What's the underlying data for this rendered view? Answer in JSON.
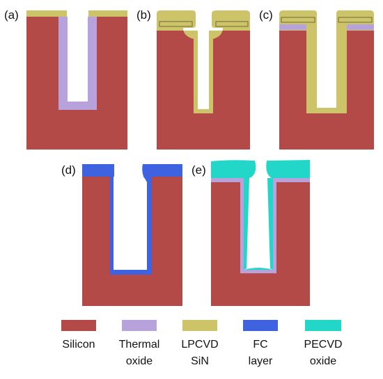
{
  "colors": {
    "silicon": "#b34a48",
    "thermal_oxide": "#b8a2dc",
    "lpcvd_sin": "#cdc46a",
    "fc_layer": "#3f63e0",
    "pecvd_oxide": "#22d6c8",
    "outline": "#6f6a38"
  },
  "panels": [
    {
      "id": "a",
      "label": "(a)"
    },
    {
      "id": "b",
      "label": "(b)"
    },
    {
      "id": "c",
      "label": "(c)"
    },
    {
      "id": "d",
      "label": "(d)"
    },
    {
      "id": "e",
      "label": "(e)"
    }
  ],
  "legend": [
    {
      "key": "silicon",
      "line1": "Silicon",
      "line2": ""
    },
    {
      "key": "thermal_oxide",
      "line1": "Thermal",
      "line2": "oxide"
    },
    {
      "key": "lpcvd_sin",
      "line1": "LPCVD",
      "line2": "SiN"
    },
    {
      "key": "fc_layer",
      "line1": "FC",
      "line2": "layer"
    },
    {
      "key": "pecvd_oxide",
      "line1": "PECVD",
      "line2": "oxide"
    }
  ]
}
